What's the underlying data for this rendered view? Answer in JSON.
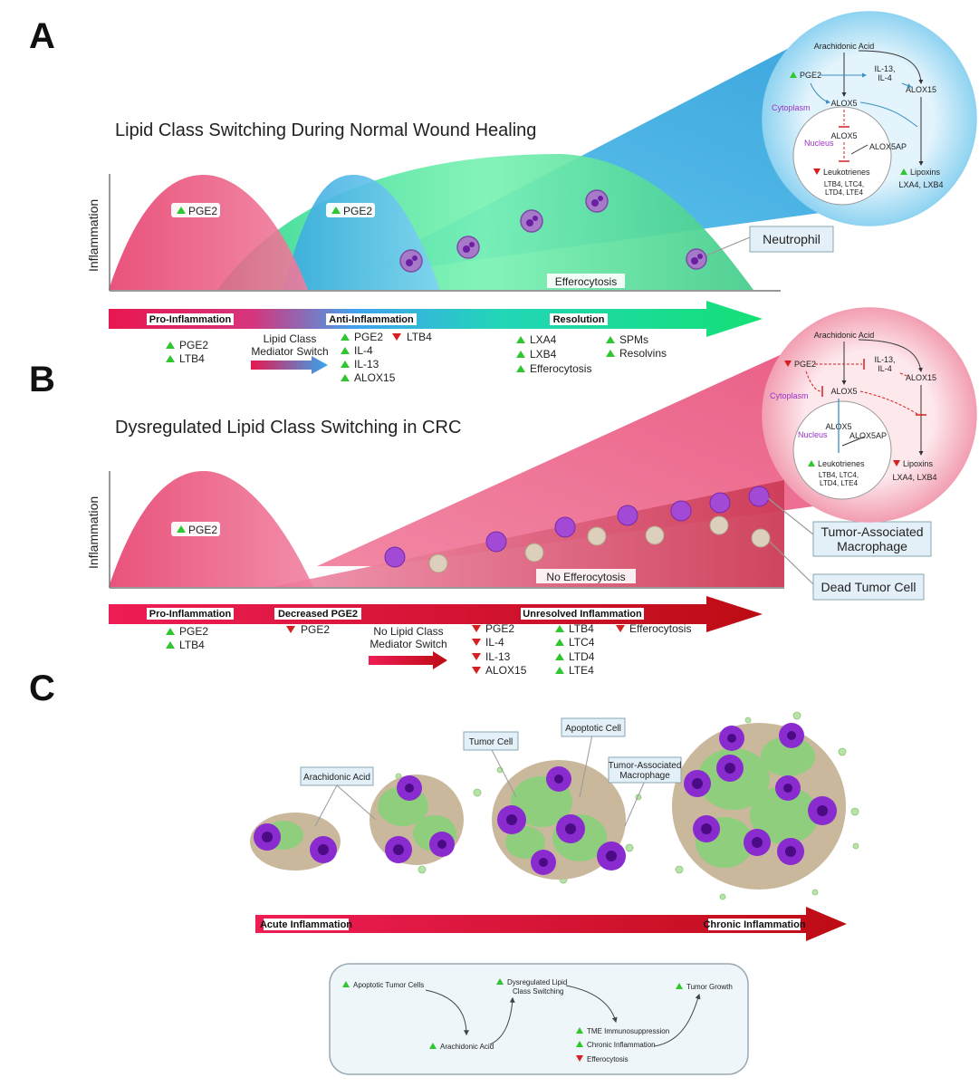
{
  "colors": {
    "up": "#2fc62f",
    "down": "#d71f1f",
    "pink": "#ea5079",
    "blue": "#48b4e4",
    "green": "#4fdc9a",
    "purple": "#8a2bd0",
    "tan": "#c8b79c",
    "cell_green": "#8fce7d"
  },
  "panels": {
    "a": {
      "letter": "A",
      "title": "Lipid Class Switching During Normal Wound Healing",
      "ylabel": "Inflammation",
      "pge2_tag_1": "PGE2",
      "pge2_tag_2": "PGE2",
      "efferocytosis": "Efferocytosis",
      "callout_neutrophil": "Neutrophil",
      "stages": [
        "Pro-Inflammation",
        "Anti-Inflammation",
        "Resolution"
      ],
      "switch_label_1": "Lipid Class",
      "switch_label_2": "Mediator Switch",
      "lists": {
        "pro": [
          "PGE2",
          "LTB4"
        ],
        "anti": [
          "PGE2",
          "IL-4",
          "IL-13",
          "ALOX15"
        ],
        "anti_down": [
          "LTB4"
        ],
        "res1": [
          "LXA4",
          "LXB4",
          "Efferocytosis"
        ],
        "res2": [
          "SPMs",
          "Resolvins"
        ]
      },
      "inset": {
        "arachidonic": "Arachidonic Acid",
        "pge2": "PGE2",
        "il_1": "IL-13,",
        "il_2": "IL-4",
        "alox15": "ALOX15",
        "alox5": "ALOX5",
        "cytoplasm": "Cytoplasm",
        "nucleus": "Nucleus",
        "alox5_inner": "ALOX5",
        "alox5ap": "ALOX5AP",
        "leukotrienes": "Leukotrienes",
        "lt_1": "LTB4, LTC4,",
        "lt_2": "LTD4, LTE4",
        "lipoxins": "Lipoxins",
        "lx": "LXA4, LXB4"
      }
    },
    "b": {
      "letter": "B",
      "title": "Dysregulated Lipid Class Switching in CRC",
      "ylabel": "Inflammation",
      "pge2_tag": "PGE2",
      "no_efferocytosis": "No Efferocytosis",
      "callout_tam_1": "Tumor-Associated",
      "callout_tam_2": "Macrophage",
      "callout_dead": "Dead Tumor Cell",
      "stages": [
        "Pro-Inflammation",
        "Decreased PGE2",
        "Unresolved Inflammation"
      ],
      "switch_label_1": "No Lipid Class",
      "switch_label_2": "Mediator Switch",
      "lists": {
        "pro": [
          "PGE2",
          "LTB4"
        ],
        "dec": [
          "PGE2"
        ],
        "unres_down": [
          "PGE2",
          "IL-4",
          "IL-13",
          "ALOX15"
        ],
        "unres_up": [
          "LTB4",
          "LTC4",
          "LTD4",
          "LTE4"
        ],
        "eff_down": [
          "Efferocytosis"
        ]
      },
      "inset": {
        "arachidonic": "Arachidonic Acid",
        "pge2": "PGE2",
        "il_1": "IL-13,",
        "il_2": "IL-4",
        "alox15": "ALOX15",
        "alox5": "ALOX5",
        "cytoplasm": "Cytoplasm",
        "nucleus": "Nucleus",
        "alox5_inner": "ALOX5",
        "alox5ap": "ALOX5AP",
        "leukotrienes": "Leukotrienes",
        "lt_1": "LTB4, LTC4,",
        "lt_2": "LTD4, LTE4",
        "lipoxins": "Lipoxins",
        "lx": "LXA4, LXB4"
      }
    },
    "c": {
      "letter": "C",
      "labels": {
        "arachidonic": "Arachidonic Acid",
        "tumor_cell": "Tumor Cell",
        "apoptotic_cell": "Apoptotic Cell",
        "tam_1": "Tumor-Associated",
        "tam_2": "Macrophage"
      },
      "arrow_start": "Acute Inflammation",
      "arrow_end": "Chronic Inflammation",
      "flow": {
        "apoptotic": "Apoptotic Tumor Cells",
        "arachidonic": "Arachidonic Acid",
        "dys_1": "Dysregulated Lipid",
        "dys_2": "Class Switching",
        "tme": "TME Immunosuppression",
        "chronic": "Chronic Inflammation",
        "efferocytosis": "Efferocytosis",
        "growth": "Tumor Growth"
      }
    }
  }
}
